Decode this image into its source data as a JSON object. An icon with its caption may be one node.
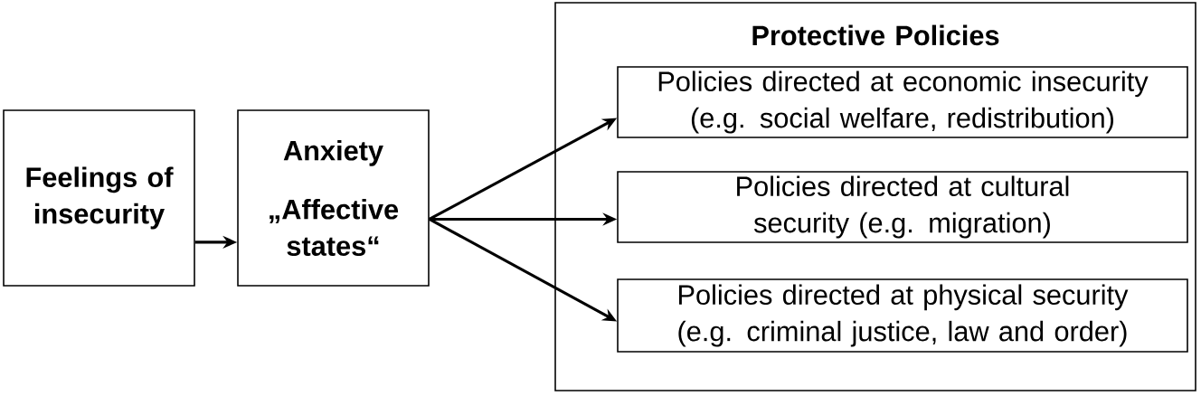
{
  "diagram": {
    "nodes": [
      {
        "text": [
          "Feelings of insecurity"
        ]
      },
      {
        "text": [
          "Anxiety",
          "„Affective states“"
        ]
      },
      {
        "text": [
          "Protective Policies"
        ]
      },
      {
        "text": [
          "Policies directed at economic insecurity (e.g. social welfare, redistribution)"
        ],
        "in": 2
      },
      {
        "text": [
          "Policies directed at cultural security (e.g. migration)"
        ],
        "in": 2
      },
      {
        "text": [
          "Policies directed at physical security (e.g. criminal justice, law and order)"
        ],
        "in": 2
      }
    ],
    "edges": [
      {
        "from": 0,
        "to": 1,
        "arrow": "to"
      },
      {
        "from": 1,
        "to": 3,
        "arrow": "to"
      },
      {
        "from": 1,
        "to": 4,
        "arrow": "to"
      },
      {
        "from": 1,
        "to": 5,
        "arrow": "to"
      }
    ]
  }
}
